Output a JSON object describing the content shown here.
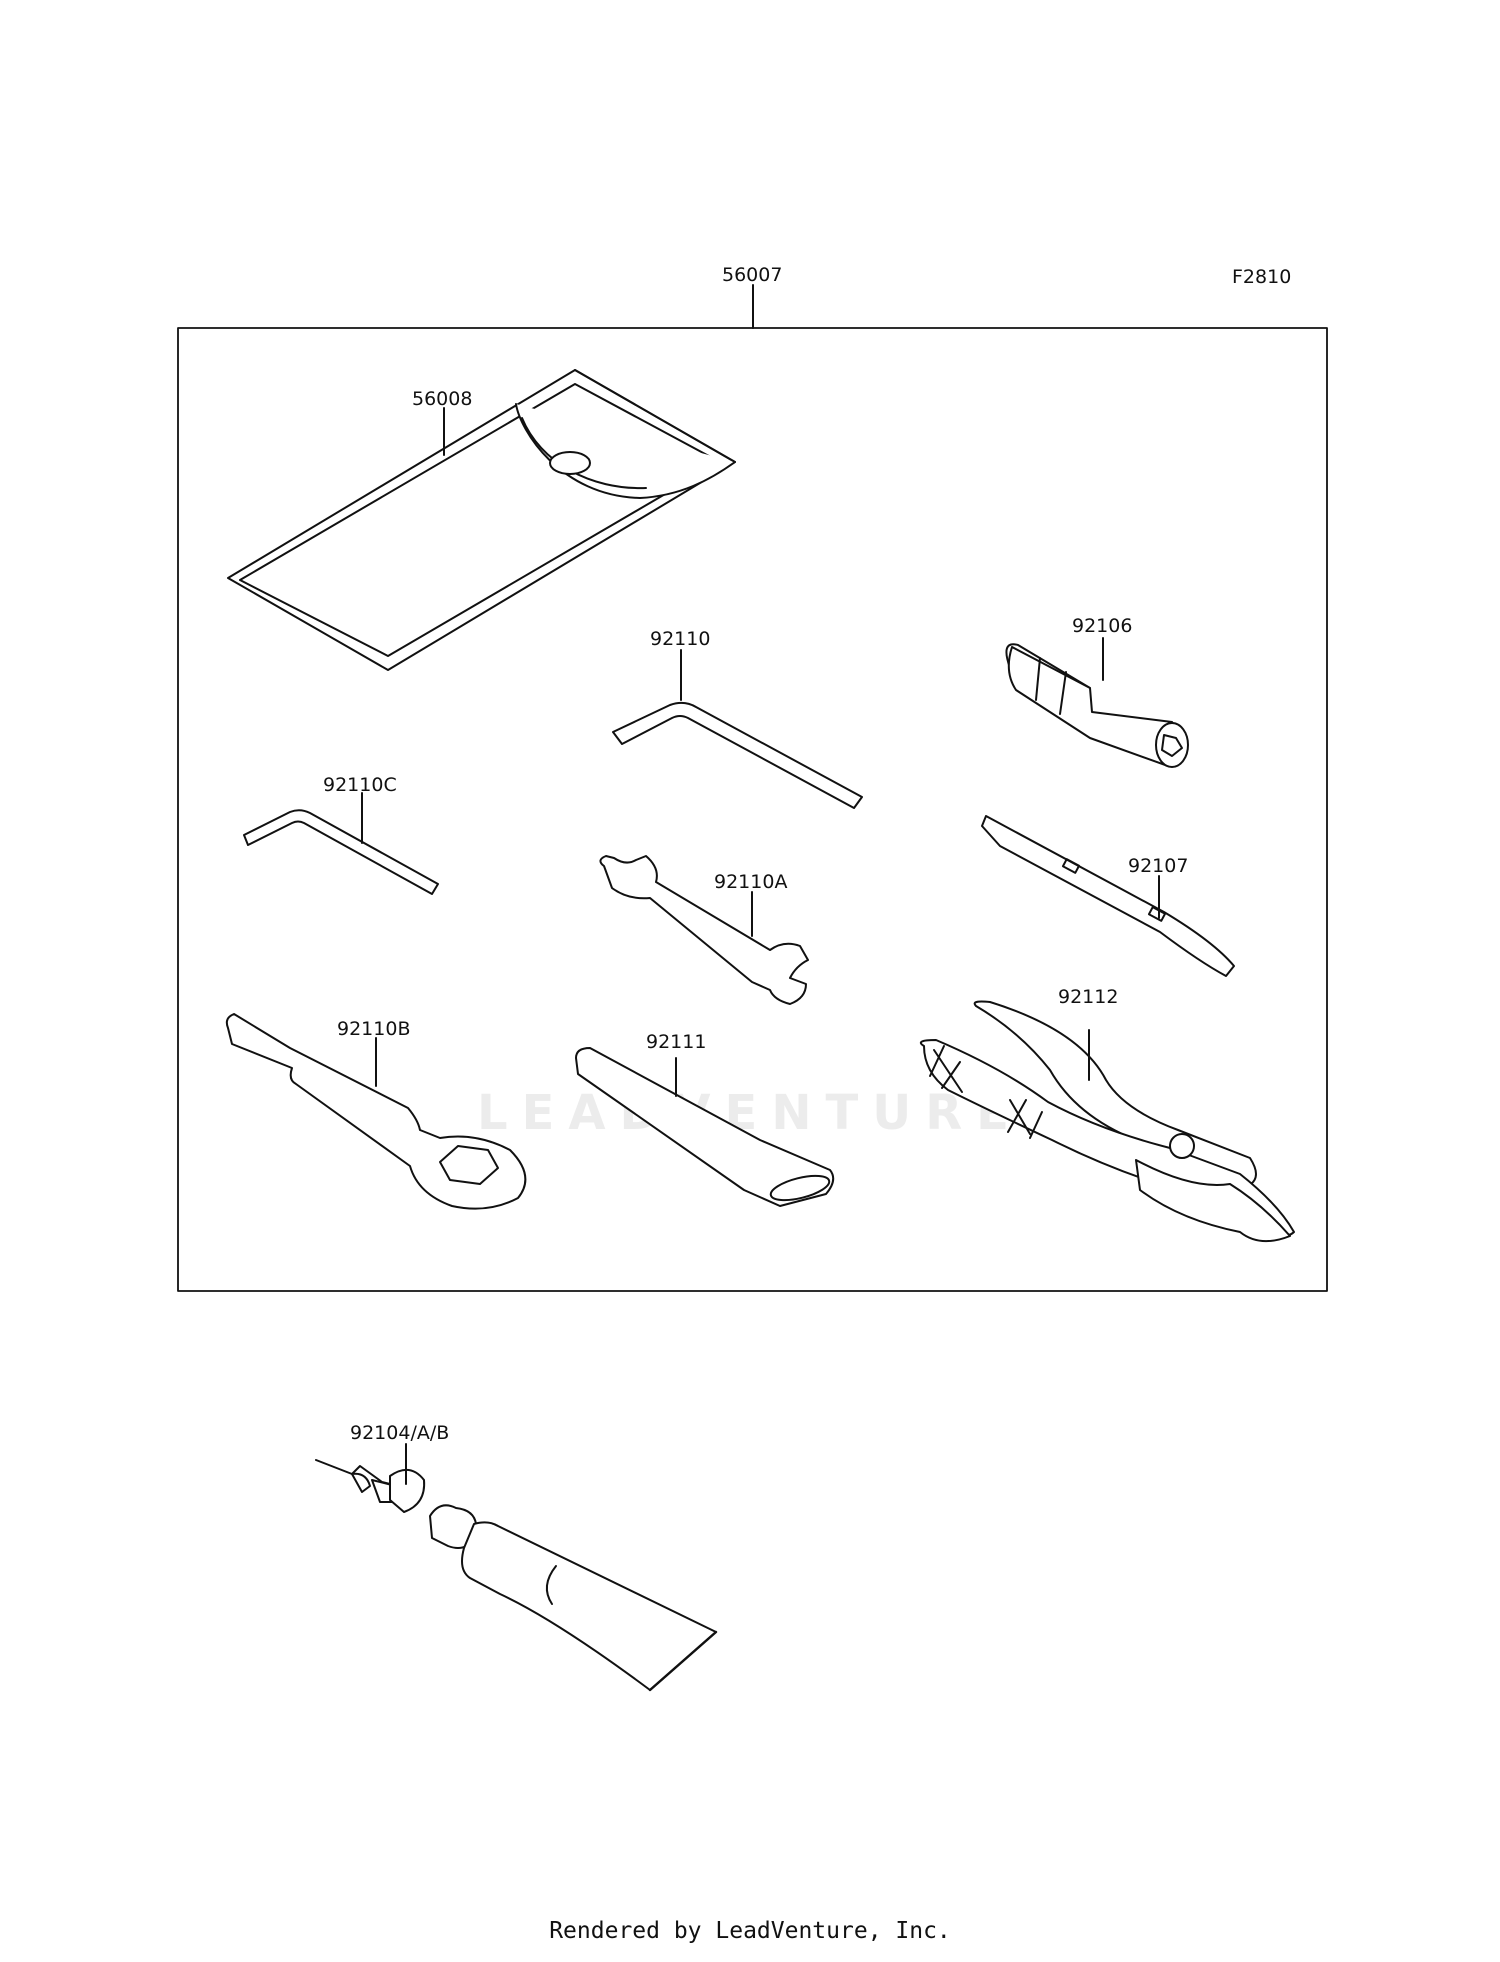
{
  "diagram_code": "F2810",
  "labels": {
    "kit": "56007",
    "case": "56008",
    "hex_key_large": "92110",
    "plug_tool": "92106",
    "hex_key_small": "92110C",
    "open_wrench": "92110A",
    "screwdriver": "92107",
    "ring_wrench": "92110B",
    "extension_bar": "92111",
    "pliers": "92112",
    "repair_kit": "92104/A/B"
  },
  "watermark": "LEADVENTURE",
  "footer": "Rendered by LeadVenture, Inc.",
  "colors": {
    "line": "#111111",
    "background": "#ffffff",
    "watermark": "#ececec"
  }
}
